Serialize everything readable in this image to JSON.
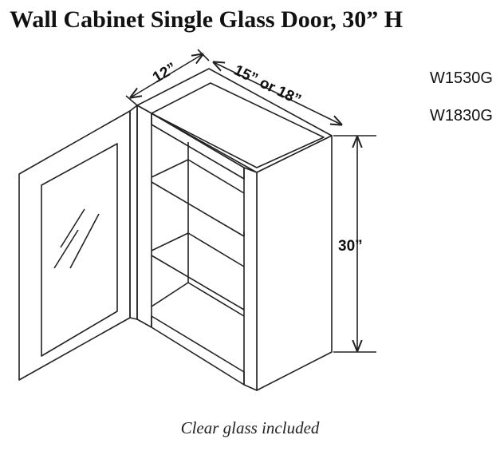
{
  "title": "Wall Cabinet Single Glass Door, 30” H",
  "models": [
    "W1530G",
    "W1830G"
  ],
  "dimensions": {
    "depth": "12”",
    "width": "15” or 18”",
    "height": "30”"
  },
  "caption": "Clear glass included",
  "colors": {
    "line": "#222222",
    "background": "#ffffff"
  }
}
